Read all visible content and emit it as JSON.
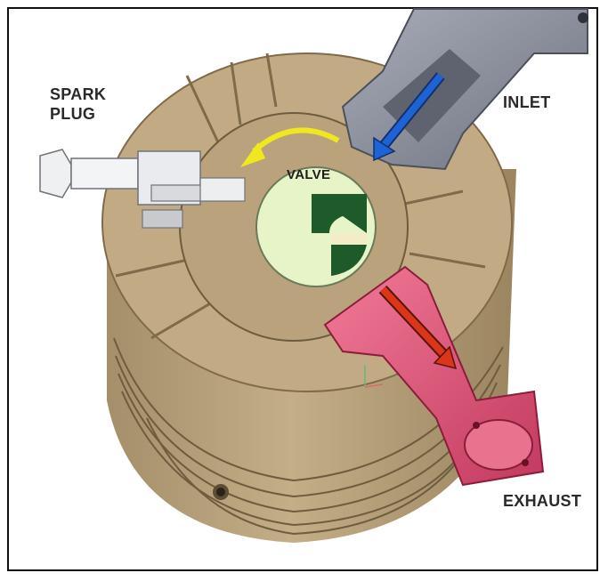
{
  "labels": {
    "spark_plug_line1": "SPARK",
    "spark_plug_line2": "PLUG",
    "inlet": "INLET",
    "valve": "VALVE",
    "exhaust": "EXHAUST"
  },
  "colors": {
    "cylinder": "#b8a27d",
    "cylinder_dark": "#8e7a58",
    "valve_disc": "#e6f4c8",
    "valve_port": "#1f5a2a",
    "inlet_pipe": "#8a8e9c",
    "exhaust_pipe": "#e05a7c",
    "inlet_arrow": "#1e63d6",
    "exhaust_arrow": "#d9361a",
    "rotation_arrow": "#f0e81e"
  }
}
